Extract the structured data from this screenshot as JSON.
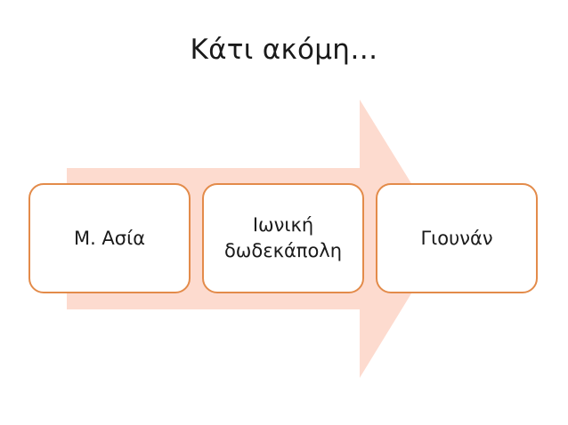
{
  "slide": {
    "title": "Κάτι ακόμη…",
    "colors": {
      "arrow_fill": "#fddbcf",
      "box_border": "#e38b4a",
      "box_fill": "#ffffff",
      "text": "#1a1a1a"
    },
    "steps": [
      {
        "lines": [
          "Μ. Ασία"
        ]
      },
      {
        "lines": [
          "Ιωνική",
          "δωδεκάπολη"
        ]
      },
      {
        "lines": [
          "Γιουνάν"
        ]
      }
    ]
  }
}
